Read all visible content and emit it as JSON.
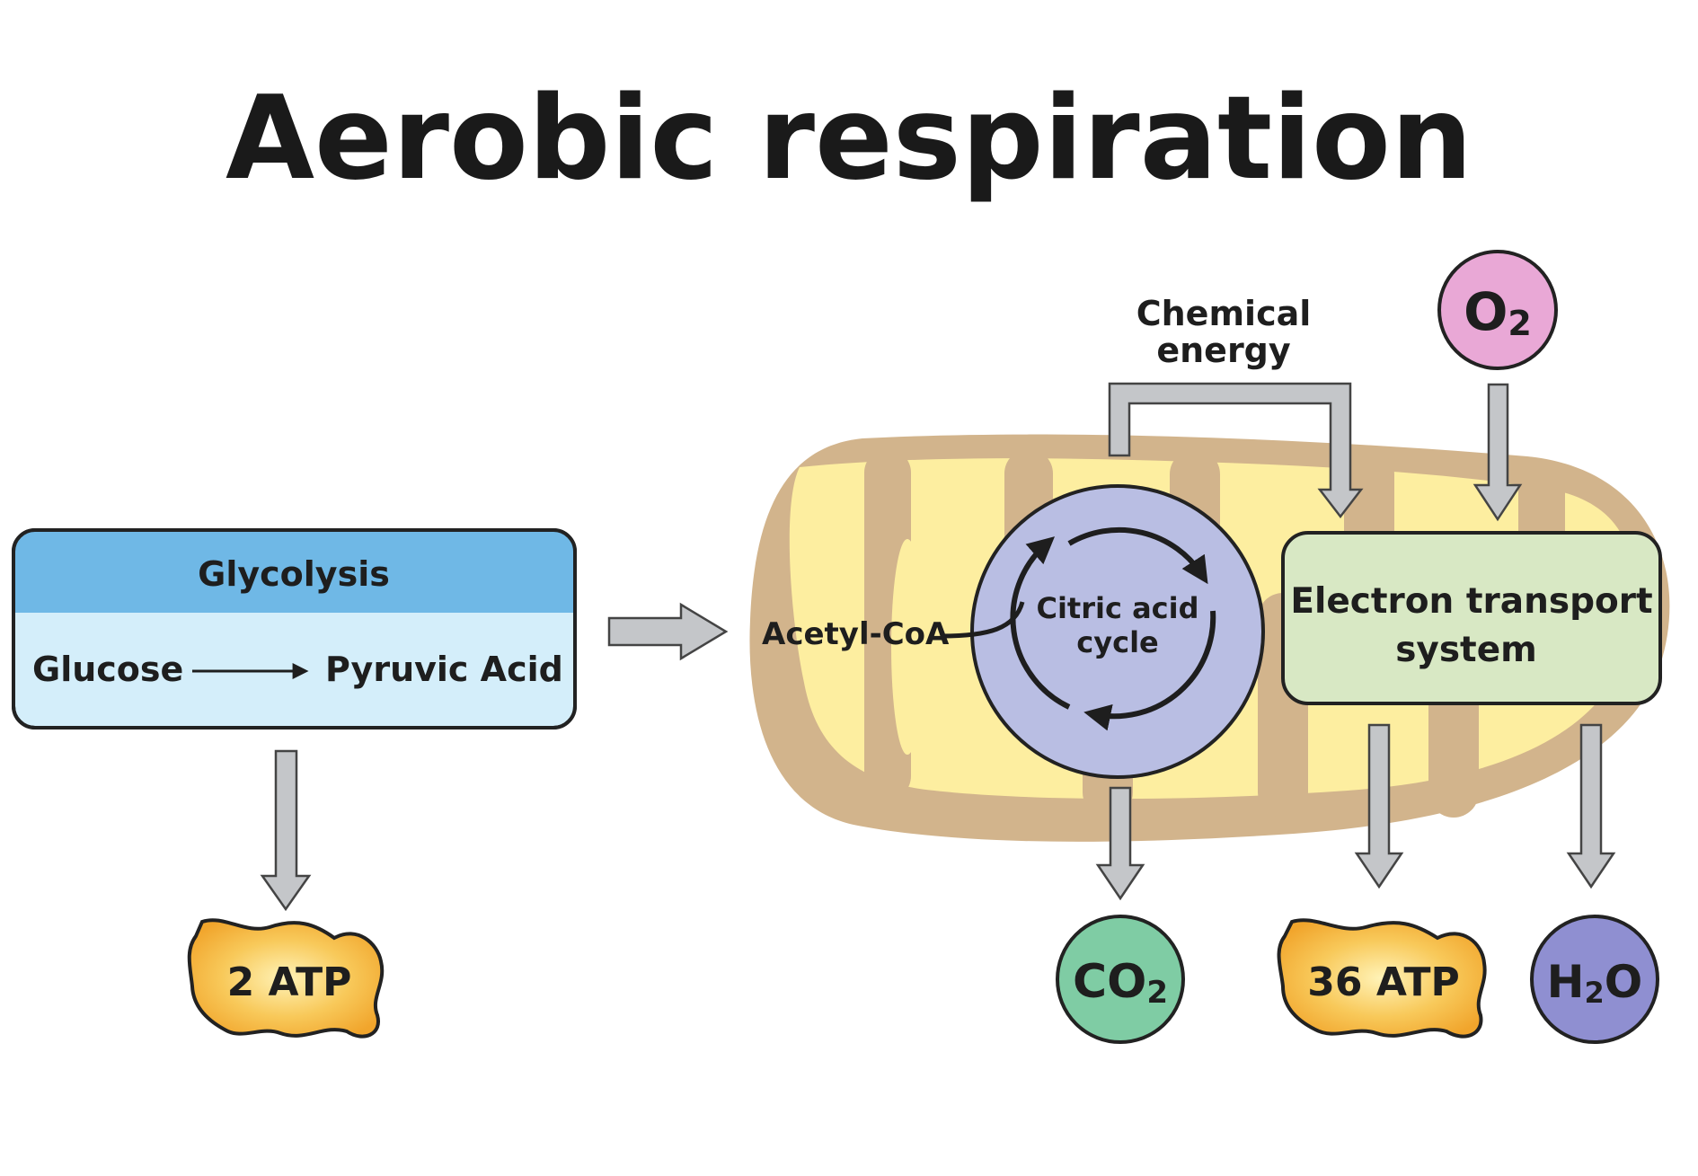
{
  "title": "Aerobic respiration",
  "glycolysis": {
    "header": "Glycolysis",
    "from": "Glucose",
    "to": "Pyruvic Acid"
  },
  "acetyl_coa": "Acetyl-CoA",
  "citric_acid_cycle": {
    "line1": "Citric acid",
    "line2": "cycle"
  },
  "chemical_energy": {
    "line1": "Chemical",
    "line2": "energy"
  },
  "electron_transport": {
    "line1": "Electron transport",
    "line2": "system"
  },
  "oxygen": {
    "base": "O",
    "sub": "2"
  },
  "outputs": {
    "glycolysis_atp": "2 ATP",
    "co2": {
      "base": "CO",
      "sub": "2"
    },
    "ets_atp": "36 ATP",
    "water": {
      "pre": "H",
      "sub": "2",
      "post": "O"
    }
  },
  "colors": {
    "glycolysis_header": "#6fb8e6",
    "glycolysis_body": "#d4eefa",
    "mito_outer": "#d2b48c",
    "mito_inner": "#fdeea0",
    "citric_cycle": "#b9bee3",
    "ets_box": "#d8e8c4",
    "oxygen": "#e9a8d6",
    "co2": "#7fcca4",
    "water": "#8f8fd1",
    "atp": "#f6b63c",
    "arrow": "#c4c6c9"
  }
}
